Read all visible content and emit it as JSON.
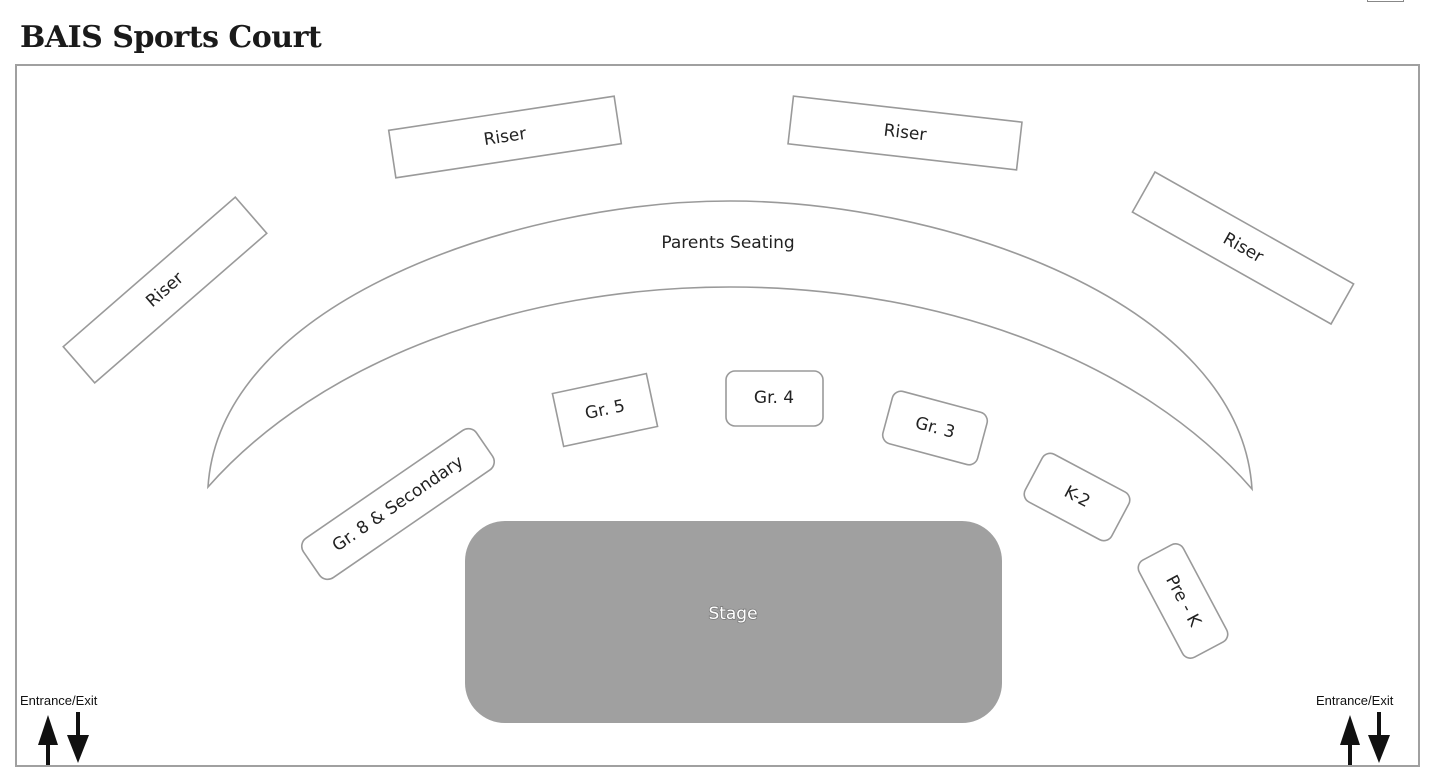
{
  "title": "BAIS Sports Court",
  "areas": {
    "risers": [
      "Riser",
      "Riser",
      "Riser",
      "Riser"
    ],
    "parents_seating": "Parents Seating",
    "groups": {
      "gr8_secondary": "Gr. 8 & Secondary",
      "gr5": "Gr. 5",
      "gr4": "Gr. 4",
      "gr3": "Gr. 3",
      "k2": "K-2",
      "prek": "Pre - K"
    },
    "stage": "Stage"
  },
  "exits": [
    "Entrance/Exit",
    "Entrance/Exit"
  ],
  "colors": {
    "stage": "#a0a0a0",
    "outline": "#9a9a9a"
  }
}
